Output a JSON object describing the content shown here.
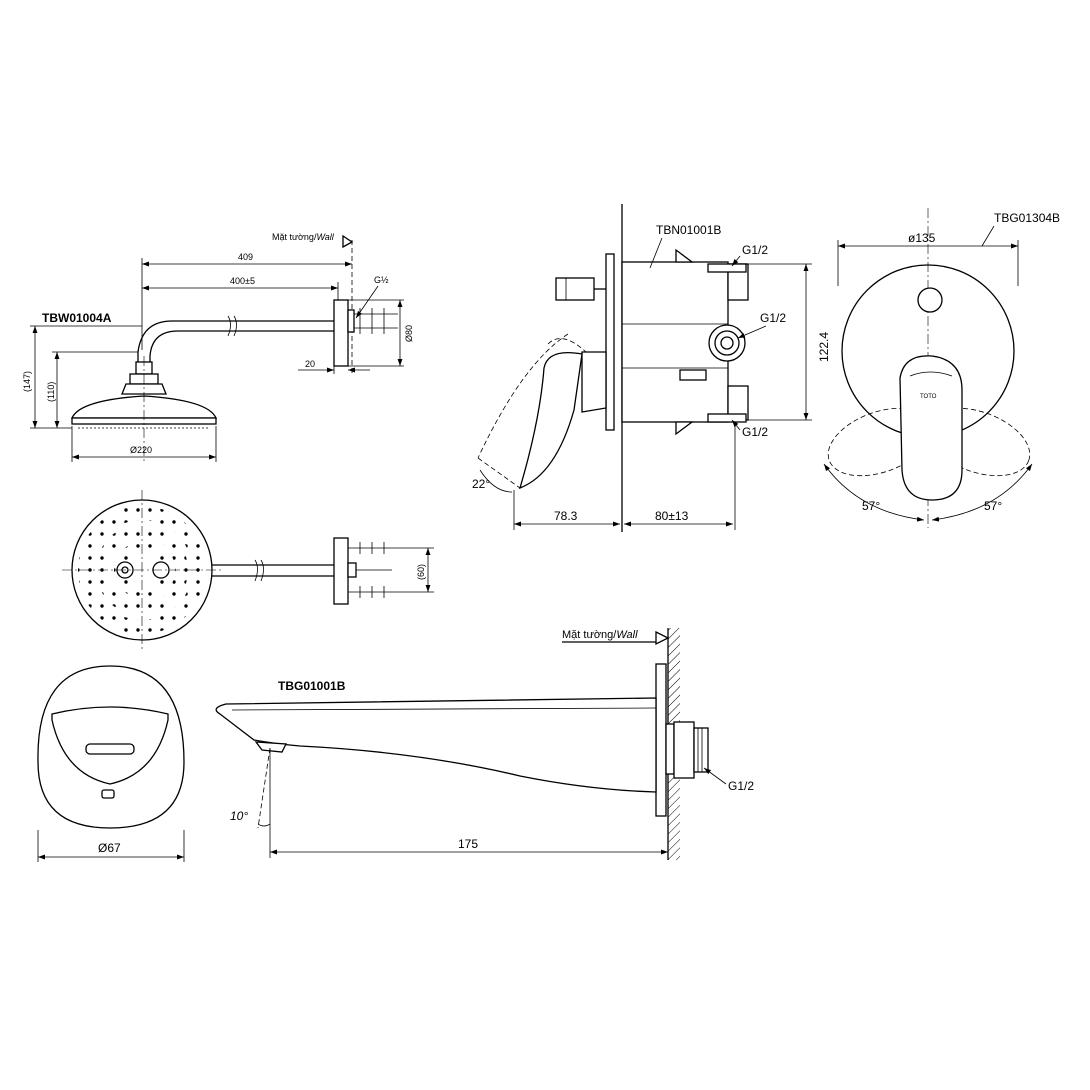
{
  "labels": {
    "tbw": "TBW01004A",
    "tbn": "TBN01001B",
    "tbg_plate": "TBG01304B",
    "tbg_spout": "TBG01001B",
    "wall_prefix": "Mặt tường/",
    "wall_word": "Wall",
    "toto": "TOTO"
  },
  "dimensions": {
    "arm_total": "409",
    "arm_length": "400±5",
    "thread_half_symbol": "G½",
    "flange_dia": "Ø80",
    "flange_offset": "20",
    "height_147": "(147)",
    "height_110": "(110)",
    "head_dia": "Ø220",
    "bracket_spacing": "(60)",
    "valve_depth": "78.3",
    "valve_range": "80±13",
    "valve_height": "122.4",
    "thread_top": "G1/2",
    "thread_mid": "G1/2",
    "thread_bottom": "G1/2",
    "handle_angle": "22°",
    "plate_dia": "ø135",
    "rot_left": "57°",
    "rot_right": "57°",
    "spout_dia": "Ø67",
    "spout_angle": "10°",
    "spout_length": "175",
    "spout_thread": "G1/2"
  }
}
